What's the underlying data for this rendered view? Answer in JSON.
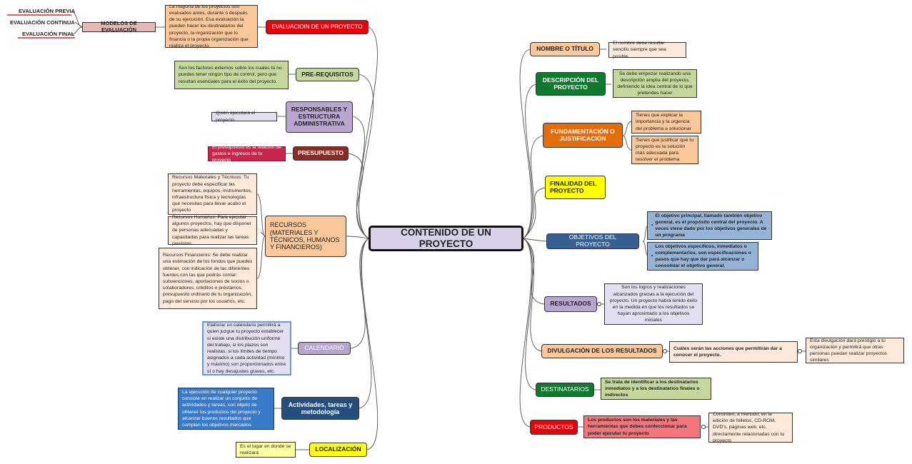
{
  "center": "CONTENIDO DE UN PROYECTO",
  "eval": {
    "node": "EVALUACIOIN DE UN PROYECTO",
    "note": "La mayoría de los proyectos son evaluados antes, durante o después de su ejecución. Esa evaluación la pueden hacer los destinatarios del proyecto, la organización que lo financia o la propia organización que realiza el proyecto.",
    "models": "MODELOS DE EVALUACIÓN",
    "types": [
      "EVALUACIÓN PREVIA",
      "EVALUACIÓN CONTINUA",
      "EVALUACIÓN FINAL"
    ]
  },
  "prereq": {
    "node": "PRE-REQUISITOS",
    "note": "Son los factores externos sobre los cuales tú no puedes tener ningún tipo de control, pero que resultan esenciales para el éxito del proyecto."
  },
  "resp": {
    "node": "RESPONSABLES Y ESTRUCTURA ADMINISTRATIVA",
    "note": "Quién ejecutará el proyecto"
  },
  "presupuesto": {
    "node": "PRESUPUESTO",
    "note": "El presupuesto es la relación de gastos e ingresos de tu proyecto"
  },
  "recursos": {
    "node": "RECURSOS (MATERIALES Y TÉCNICOS, HUMANOS Y FINANCIEROS)",
    "materiales": "Recursos Materiales y Técnicos: Tu proyecto debe especificar las herramientas, equipos, instrumentos, infraestructura física y tecnologías que necesitas para llevar acabo el proyecto",
    "humanos": "Recursos Humanos: Para ejecutar algunos proyectos, hay que disponer de personas adecuadas y capacitadas para realizar las tareas previstas",
    "financieros": "Recursos Financieros: Se debe realizar una estimación de los fondos que puedes obtener, con indicación de las diferentes fuentes con las que podrás contar: subvenciones, aportaciones de socios o colaboradores, créditos o préstamos, presupuesto ordinario de tu organización, pago del servicio por los usuarios, etc."
  },
  "calendario": {
    "node": "CALENDARIO",
    "note": "Elaborar un calendario permitirá a quien juzgue tu proyecto establecer si existe una distribución uniforme del trabajo, si los plazos son realistas, si los límites de tiempo asignados a cada actividad (mínimo y máximo) son proporcionados entre sí o hay desajustes graves, etc."
  },
  "actividades": {
    "node": "Actividades, tareas y metodología",
    "note": "La ejecución de cualquier proyecto consiste en realizar un conjunto de actividades y tareas, con objeto de obtener los productos del proyecto y alcanzar buenos resultados que cumplan los objetivos marcados"
  },
  "localizacion": {
    "node": "LOCALIZACIÓN",
    "note": "Es el lugar en donde se realizará"
  },
  "nombre": {
    "node": "NOMBRE O TÍTULO",
    "note": "El nombre debe resultar sencillo siempre que sea posible"
  },
  "descripcion": {
    "node": "DESCRIPCIÓN DEL PROYECTO",
    "note": "Se debe empezar realizando una descripción amplia del proyecto, definiendo la idea central de lo que pretendes hacer"
  },
  "fundamentacion": {
    "node": "FUNDAMENTACIÓN O JUSTIFICACIÓN",
    "note1": "Tienes que explicar la importancia y la urgencia del problema a solucionar",
    "note2": "Tienes que justificar que tu proyecto es la solución más adecuada para resolver el problema"
  },
  "finalidad": {
    "node": "FINALIDAD DEL PROYECTO"
  },
  "objetivos": {
    "node": "OBJETIVOS DEL PROYECTO",
    "note1": "El objetivo principal, llamado también objetivo general, es el propósito central del proyecto. A veces viene dado por los objetivos generales de un programa",
    "note2": "Los objetivos específicos, inmediatos o complementarios, son especificaciones o pasos que hay que dar para alcanzar o consolidar el objetivo general."
  },
  "resultados": {
    "node": "RESULTADOS",
    "note": "Son los logros y realizaciones alcanzados gracias a la ejecución del proyecto. Un proyecto habrá tenido éxito en la medida en que los resultados se hayan aproximado a los objetivos iniciales"
  },
  "divulgacion": {
    "node": "DIVULGACIÓN DE LOS RESULTADOS",
    "note1": "Cuáles serán las acciones que permitirán dar a conocer el proyecto.",
    "note2": "Esta divulgación dará prestigio a tu organización y permitirá que otras personas puedan realizar proyectos similares"
  },
  "destinatarios": {
    "node": "DESTINATARIOS",
    "note": "Se trata de identificar a los destinatarios inmediatos y a los destinatarios finales o indirectos"
  },
  "productos": {
    "node": "PRODUCTOS",
    "note1": "Los productos son los materiales y las herramientas que debes confeccionar para poder ejecutar tu proyecto",
    "note2": "Consisten, a menudo, en la edición de folletos, CD-ROM, DVD's, páginas web, etc. directamente relacionadas con tu proyecto"
  },
  "colors": {
    "orange_light": "#fac89a",
    "red": "#e8000b",
    "green_light": "#c4d89b",
    "purple_light": "#b9a5cf",
    "purple_pale": "#e4dff0",
    "dark_red": "#8b2b23",
    "crimson": "#c8264a",
    "peach_pale": "#fde9d9",
    "blue": "#3a7bc8",
    "navy": "#254e7d",
    "yellow": "#ffff00",
    "green_dark": "#0e7a2e",
    "orange_dark": "#e46c0a",
    "blue_mid": "#366092",
    "blue_light": "#95b3d7",
    "salmon": "#f2767a"
  }
}
